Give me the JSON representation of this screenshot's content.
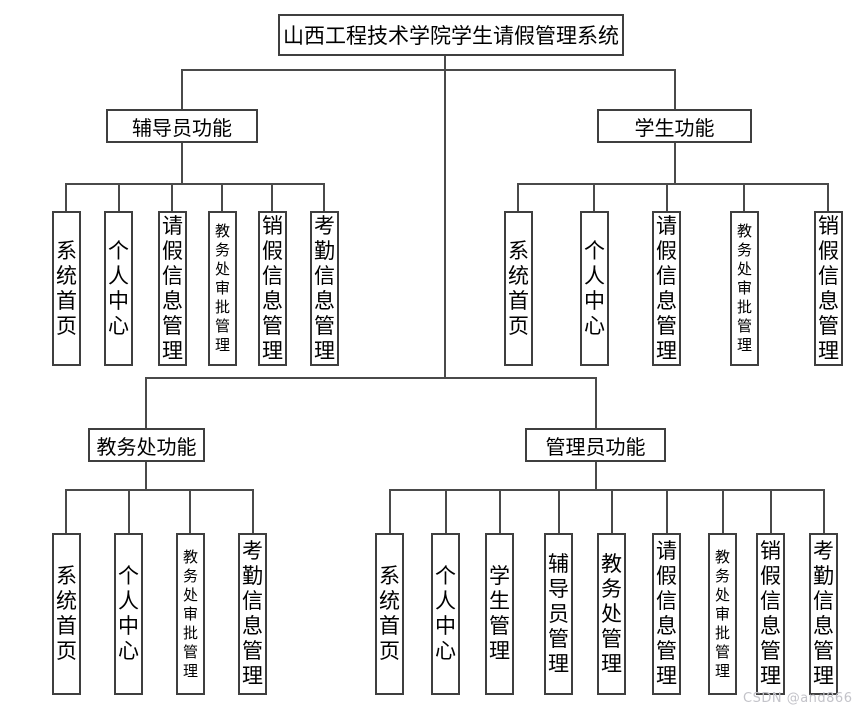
{
  "title": "山西工程技术学院学生请假管理系统",
  "watermark": "CSDN @and866",
  "colors": {
    "background": "#ffffff",
    "box_border": "#3f3f3f",
    "connector_line": "#4a4a4a",
    "text": "#000000",
    "watermark_text": "#c3c3c9"
  },
  "tree": {
    "root": "山西工程技术学院学生请假管理系统",
    "groups": [
      {
        "label": "辅导员功能",
        "children": [
          "系统首页",
          "个人中心",
          "请假信息管理",
          "教务处审批管理",
          "销假信息管理",
          "考勤信息管理"
        ]
      },
      {
        "label": "学生功能",
        "children": [
          "系统首页",
          "个人中心",
          "请假信息管理",
          "教务处审批管理",
          "销假信息管理"
        ]
      },
      {
        "label": "教务处功能",
        "children": [
          "系统首页",
          "个人中心",
          "教务处审批管理",
          "考勤信息管理"
        ]
      },
      {
        "label": "管理员功能",
        "children": [
          "系统首页",
          "个人中心",
          "学生管理",
          "辅导员管理",
          "教务处管理",
          "请假信息管理",
          "教务处审批管理",
          "销假信息管理",
          "考勤信息管理"
        ]
      }
    ]
  }
}
